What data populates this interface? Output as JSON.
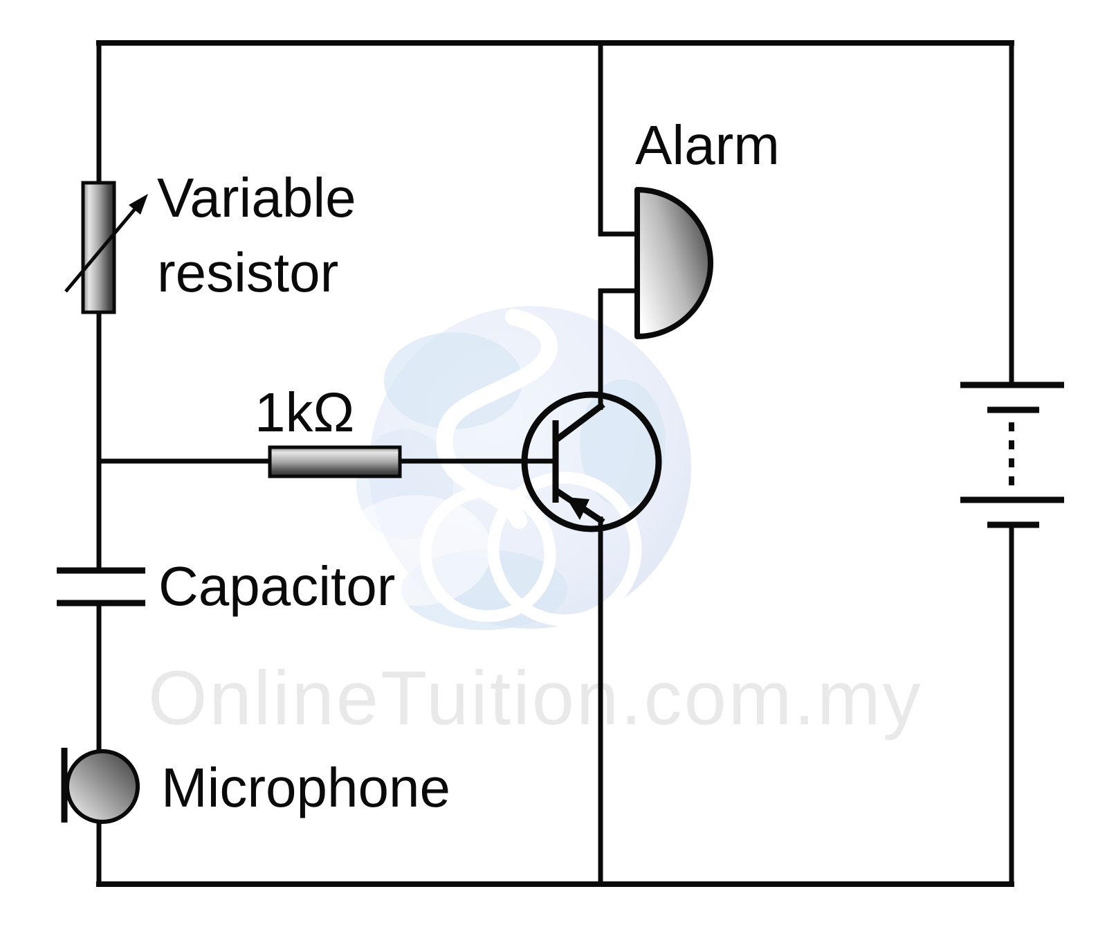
{
  "diagram": {
    "type": "circuit-diagram",
    "subject": "sound-activated alarm circuit",
    "labels": {
      "variable_resistor": {
        "line1": "Variable",
        "line2": "resistor"
      },
      "resistor_value": "1kΩ",
      "capacitor": "Capacitor",
      "microphone": "Microphone",
      "alarm": "Alarm"
    },
    "components": [
      {
        "id": "variable-resistor",
        "label": "Variable resistor"
      },
      {
        "id": "fixed-resistor",
        "label": "1kΩ"
      },
      {
        "id": "capacitor",
        "label": "Capacitor"
      },
      {
        "id": "microphone",
        "label": "Microphone"
      },
      {
        "id": "transistor",
        "label": ""
      },
      {
        "id": "alarm",
        "label": "Alarm"
      },
      {
        "id": "battery",
        "label": ""
      }
    ],
    "watermark": {
      "text": "OnlineTuition.com.my"
    },
    "colors": {
      "wire": "#0a0a0a",
      "label_text": "#0a0a0a",
      "watermark_text": "#e9e9e9",
      "globe_tint": "#e8edf8",
      "background": "#ffffff"
    }
  }
}
